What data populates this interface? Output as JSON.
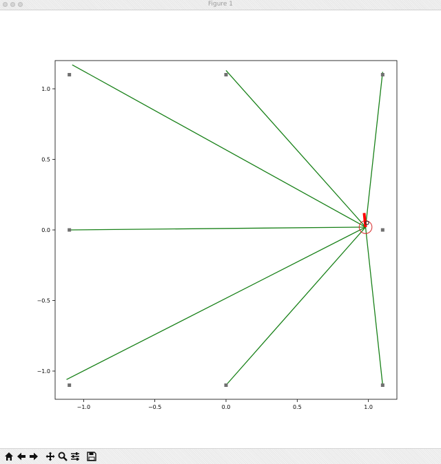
{
  "window": {
    "title": "Figure 1"
  },
  "toolbar": {
    "buttons": [
      {
        "name": "home-icon",
        "tooltip": ""
      },
      {
        "name": "back-arrow-icon",
        "tooltip": ""
      },
      {
        "name": "forward-arrow-icon",
        "tooltip": ""
      },
      {
        "name": "pan-icon",
        "tooltip": ""
      },
      {
        "name": "zoom-icon",
        "tooltip": ""
      },
      {
        "name": "configure-subplots-icon",
        "tooltip": ""
      },
      {
        "name": "save-icon",
        "tooltip": ""
      }
    ]
  },
  "chart_data": {
    "type": "scatter",
    "title": "",
    "xlabel": "",
    "ylabel": "",
    "xlim": [
      -1.2,
      1.2
    ],
    "ylim": [
      -1.2,
      1.2
    ],
    "x_ticks": [
      -1.0,
      -0.5,
      0.0,
      0.5,
      1.0
    ],
    "x_tick_labels": [
      "−1.0",
      "−0.5",
      "0.0",
      "0.5",
      "1.0"
    ],
    "y_ticks": [
      1.0,
      0.5,
      0.0,
      -0.5,
      -1.0
    ],
    "y_tick_labels": [
      "1.0",
      "0.5",
      "0.0",
      "−0.5",
      "−1.0"
    ],
    "grid": false,
    "anchors": [
      [
        -1.1,
        1.1
      ],
      [
        0.0,
        1.1
      ],
      [
        1.1,
        1.1
      ],
      [
        -1.1,
        0.0
      ],
      [
        1.1,
        0.0
      ],
      [
        -1.1,
        -1.1
      ],
      [
        0.0,
        -1.1
      ],
      [
        1.1,
        -1.1
      ]
    ],
    "hub": [
      0.98,
      0.02
    ],
    "rays": [
      [
        -1.08,
        1.17
      ],
      [
        0.0,
        1.13
      ],
      [
        1.1,
        1.12
      ],
      [
        -1.1,
        0.0
      ],
      [
        -1.12,
        -1.06
      ],
      [
        0.0,
        -1.1
      ],
      [
        1.1,
        -1.1
      ]
    ],
    "indicator": {
      "from": [
        0.98,
        0.02
      ],
      "to": [
        0.97,
        0.12
      ]
    },
    "circle": {
      "center": [
        0.98,
        0.02
      ],
      "radius": 0.045
    },
    "inner_marker": [
      0.99,
      0.05
    ],
    "colors": {
      "anchor": "#707070",
      "ray": "#178017",
      "indicator": "#ff0000",
      "circle": "#d62728",
      "axes": "#000000"
    }
  }
}
